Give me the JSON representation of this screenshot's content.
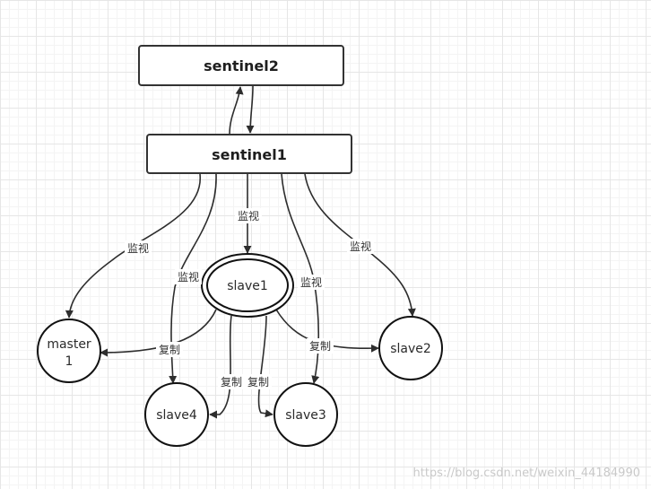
{
  "nodes": {
    "sentinel2": "sentinel2",
    "sentinel1": "sentinel1",
    "slave1": "slave1",
    "master_line1": "master",
    "master_line2": "1",
    "slave2": "slave2",
    "slave3": "slave3",
    "slave4": "slave4"
  },
  "edge_labels": {
    "monitor": "监视",
    "replicate": "复制"
  },
  "watermark": "https://blog.csdn.net/weixin_44184990"
}
